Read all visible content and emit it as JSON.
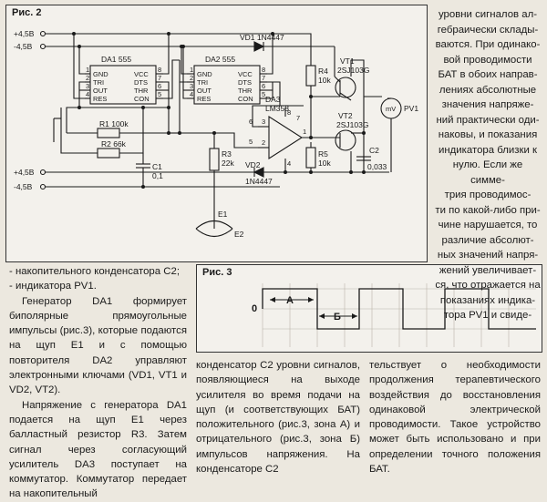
{
  "fig2": {
    "label": "Рис. 2",
    "da1": {
      "name": "DA1 555",
      "pins_left": [
        "GND",
        "TRI",
        "OUT",
        "RES"
      ],
      "pins_right": [
        "VCC",
        "DTS",
        "THR",
        "CON"
      ],
      "nums_left": [
        "1",
        "2",
        "3",
        "4"
      ],
      "nums_right": [
        "8",
        "7",
        "6",
        "5"
      ]
    },
    "da2": {
      "name": "DA2 555",
      "pins_left": [
        "GND",
        "TRI",
        "OUT",
        "RES"
      ],
      "pins_right": [
        "VCC",
        "DTS",
        "THR",
        "CON"
      ],
      "nums_left": [
        "1",
        "2",
        "3",
        "4"
      ],
      "nums_right": [
        "8",
        "7",
        "6",
        "5"
      ]
    },
    "da3": {
      "name": "DA3",
      "type": "LM358",
      "pin_out": "1",
      "pin_plus": "3",
      "pin_minus": "2",
      "pin8": "8",
      "pin4": "4"
    },
    "vd1": "VD1 1N4447",
    "vd2": "VD2",
    "vd2_part": "1N4447",
    "vt1": {
      "name": "VT1",
      "type": "2SJ103G"
    },
    "vt2": {
      "name": "VT2",
      "type": "2SJ103G"
    },
    "r1": "R1 100k",
    "r2": "R2 66k",
    "r3": {
      "name": "R3",
      "value": "22k"
    },
    "r4": {
      "name": "R4",
      "value": "10k"
    },
    "r5": {
      "name": "R5",
      "value": "10k"
    },
    "c1": {
      "name": "C1",
      "value": "0,1"
    },
    "c2": {
      "name": "C2",
      "value": "0,033"
    },
    "e1": "E1",
    "e2": "E2",
    "pv1": "PV1",
    "mv": "mV",
    "p1": "+4,5В",
    "m1": "-4,5В",
    "p2": "+4,5В",
    "m2": "-4,5В",
    "pin7": "7",
    "pin6": "6",
    "pin5": "5"
  },
  "fig3": {
    "label": "Рис. 3",
    "zero": "0",
    "zone_a": "А",
    "zone_b": "Б"
  },
  "text": {
    "right_top": [
      "уровни сигналов ал-",
      "гебраически склады-",
      "ваются. При одинако-",
      "вой проводимости",
      "БАТ в обоих направ-",
      "лениях абсолютные",
      "значения напряже-",
      "ний практически оди-",
      "наковы, и показания",
      "индикатора близки к",
      "нулю. Если же симме-",
      "трия проводимос-",
      "ти по какой-либо при-",
      "чине нарушается, то",
      "различие абсолют-",
      "ных значений напря-",
      "жений увеличивает-",
      "ся, что отражается на",
      "показаниях индика-",
      "тора PV1 и свиде-"
    ],
    "left": [
      "- накопительного конденсатора C2;",
      "- индикатора PV1.",
      "Генератор DA1 формирует биполярные прямоугольные импульсы (рис.3), которые подаются на щуп E1 и с помощью повторителя DA2 управляют электронными ключами (VD1, VT1 и VD2, VT2).",
      "Напряжение с генератора DA1 подается на щуп E1 через балластный резистор R3. Затем сигнал через согласующий усилитель DA3 поступает на коммутатор. Коммутатор передает на накопительный"
    ],
    "mid": "конденсатор C2 уровни сигналов, появляющиеся на выходе усилителя во время подачи на щуп (и соответствующих БАТ) положительного (рис.3, зона А) и отрицательного (рис.3, зона Б) импульсов напряжения. На конденсаторе C2",
    "right": "тельствует о необходимости продолжения терапевтического воздействия до восстановления одинаковой электрической проводимости. Такое устройство может быть использовано и при определении точного положения БАТ."
  },
  "colors": {
    "ink": "#1a1a1a",
    "paper": "#ece8df",
    "panel": "#f3f1ec"
  }
}
